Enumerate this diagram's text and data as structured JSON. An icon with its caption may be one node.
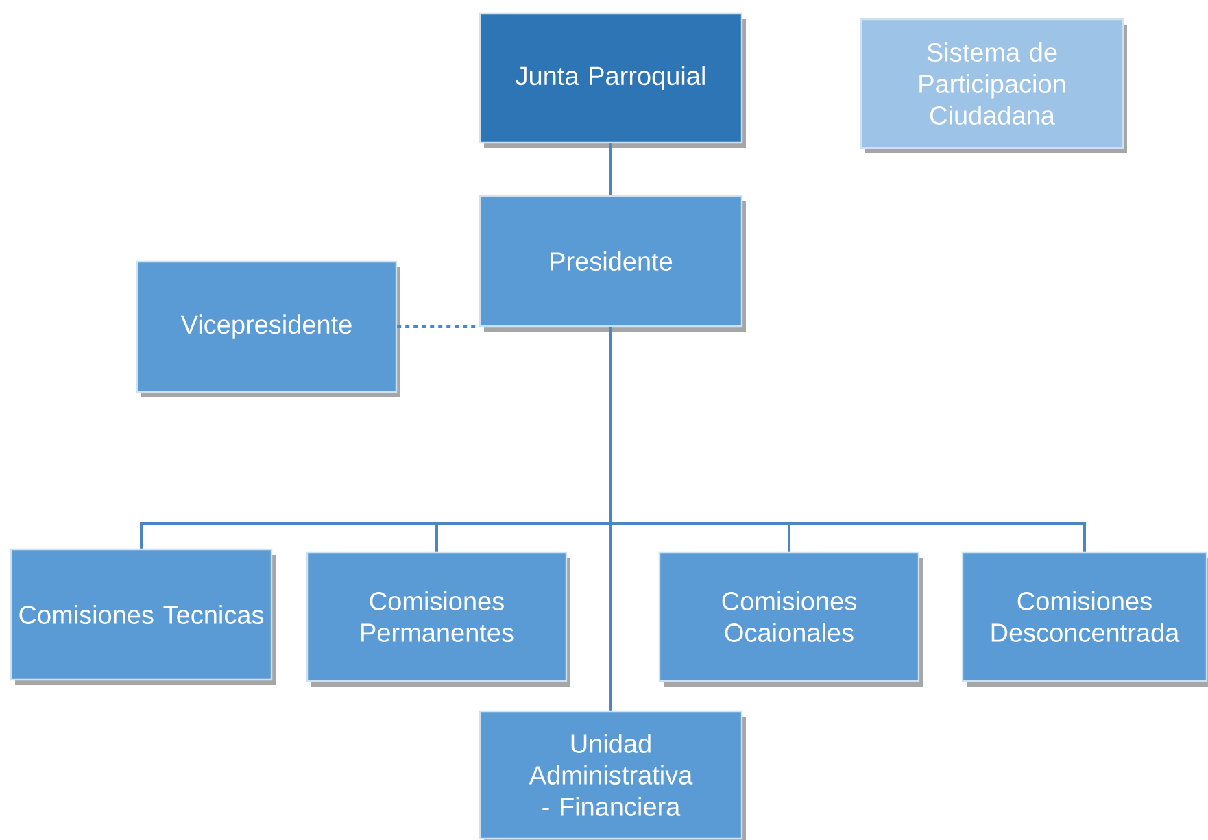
{
  "diagram": {
    "nodes": [
      {
        "text": [
          "Junta Parroquial"
        ]
      },
      {
        "text": [
          "Sistema de Participacion Ciudadana"
        ]
      },
      {
        "text": [
          "Presidente"
        ]
      },
      {
        "text": [
          "Vicepresidente"
        ]
      },
      {
        "text": [
          "Comisiones Tecnicas"
        ]
      },
      {
        "text": [
          "Comisiones Permanentes"
        ]
      },
      {
        "text": [
          "Comisiones Ocaionales"
        ]
      },
      {
        "text": [
          "Comisiones Desconcentrada"
        ]
      },
      {
        "text": [
          "Unidad Administrativa - Financiera"
        ]
      }
    ],
    "edges": [
      {
        "from": 0,
        "to": 2,
        "arrow": "none"
      },
      {
        "from": 2,
        "to": 3,
        "arrow": "none",
        "style": "dashed"
      },
      {
        "from": 2,
        "to": 4,
        "arrow": "none"
      },
      {
        "from": 2,
        "to": 5,
        "arrow": "none"
      },
      {
        "from": 2,
        "to": 6,
        "arrow": "none"
      },
      {
        "from": 2,
        "to": 7,
        "arrow": "none"
      },
      {
        "from": 2,
        "to": 8,
        "arrow": "none"
      }
    ]
  }
}
